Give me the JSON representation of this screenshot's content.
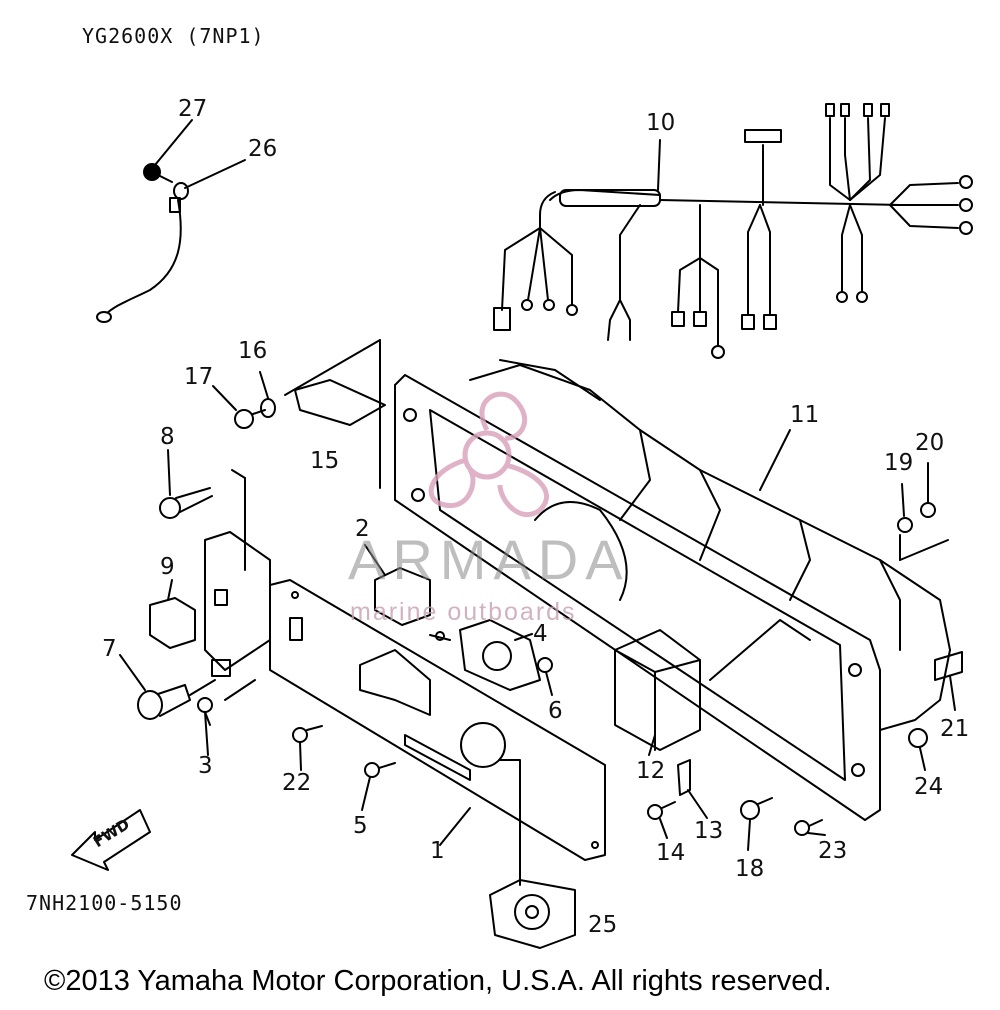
{
  "header": {
    "model": "YG2600X (7NP1)"
  },
  "footer": {
    "part_code": "7NH2100-5150",
    "copyright": "©2013 Yamaha Motor Corporation, U.S.A. All rights reserved."
  },
  "watermark": {
    "title": "ARMADA",
    "subtitle": "marine outboards",
    "color": "#d9a0bb"
  },
  "fwd_label": "FWD",
  "callouts": {
    "c1": "1",
    "c2": "2",
    "c3": "3",
    "c4": "4",
    "c5": "5",
    "c6": "6",
    "c7": "7",
    "c8": "8",
    "c9": "9",
    "c10": "10",
    "c11": "11",
    "c12": "12",
    "c13": "13",
    "c14": "14",
    "c15": "15",
    "c16": "16",
    "c17": "17",
    "c18": "18",
    "c19": "19",
    "c20": "20",
    "c21": "21",
    "c22": "22",
    "c23": "23",
    "c24": "24",
    "c25": "25",
    "c26": "26",
    "c27": "27"
  }
}
